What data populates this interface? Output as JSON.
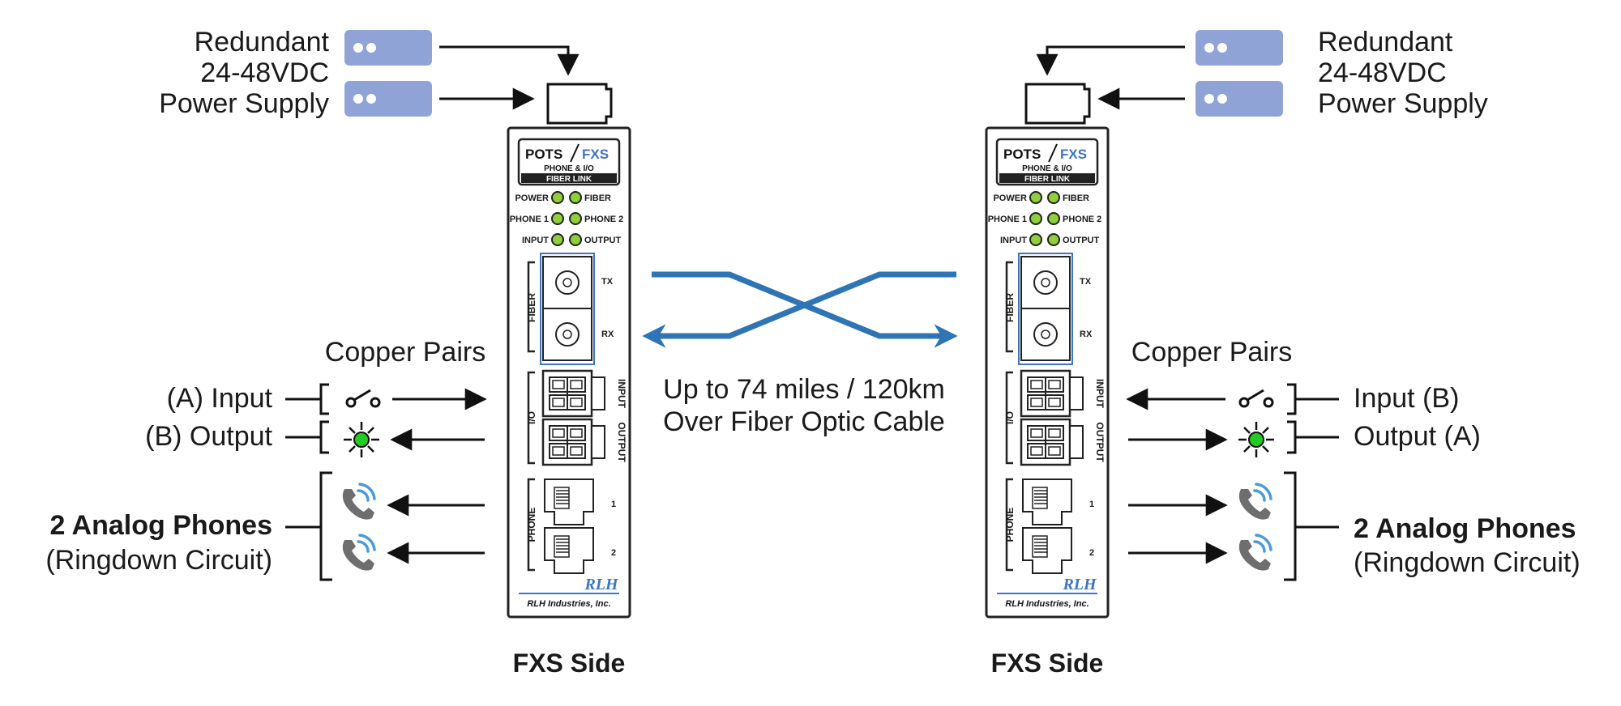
{
  "power_supply": {
    "left_lines": [
      "Redundant",
      "24-48VDC",
      "Power Supply"
    ],
    "right_lines": [
      "Redundant",
      "24-48VDC",
      "Power Supply"
    ]
  },
  "device": {
    "brand_pots": "POTS",
    "brand_fxs": "FXS",
    "subtitle": "PHONE & I/O",
    "band": "FIBER LINK",
    "led_power": "POWER",
    "led_fiber": "FIBER",
    "led_phone1": "PHONE 1",
    "led_phone2": "PHONE 2",
    "led_input": "INPUT",
    "led_output": "OUTPUT",
    "group_fiber": "FIBER",
    "port_tx": "TX",
    "port_rx": "RX",
    "group_io": "I/O",
    "port_input": "INPUT",
    "port_output": "OUTPUT",
    "group_phone": "PHONE",
    "jack_1": "1",
    "jack_2": "2",
    "maker_logo": "RLH",
    "maker": "RLH Industries, Inc.",
    "led_color": "#8fcf3a"
  },
  "left": {
    "copper_title": "Copper Pairs",
    "input_label": "(A) Input",
    "output_label": "(B) Output",
    "phones_title": "2 Analog Phones",
    "phones_sub": "(Ringdown Circuit)",
    "side_label": "FXS Side"
  },
  "right": {
    "copper_title": "Copper Pairs",
    "input_label": "Input (B)",
    "output_label": "Output (A)",
    "phones_title": "2 Analog Phones",
    "phones_sub": "(Ringdown Circuit)",
    "side_label": "FXS Side"
  },
  "center": {
    "line1": "Up to 74 miles / 120km",
    "line2": "Over Fiber Optic Cable"
  },
  "colors": {
    "psu": "#8fa3d6",
    "fiber_cable": "#2f74b5",
    "lamp_on": "#22cc22",
    "phone_wave": "#4a9bd8"
  },
  "icons": [
    "server-icon",
    "switch-icon",
    "lamp-icon",
    "phone-icon",
    "rj11-jack-icon",
    "fiber-port-icon",
    "terminal-block-icon"
  ]
}
